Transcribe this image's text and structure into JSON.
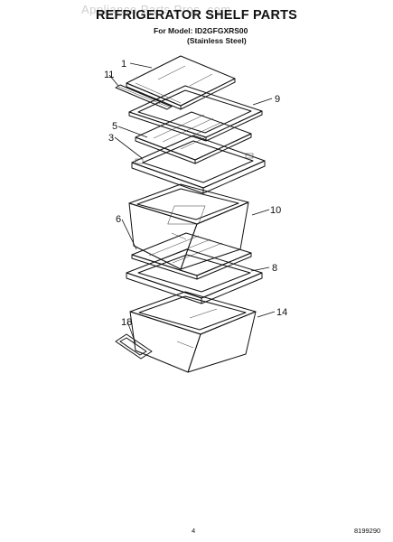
{
  "sheet": {
    "watermark": "Appliance Parts Pros .com",
    "title": "REFRIGERATOR SHELF PARTS",
    "model_line": "For Model: ID2GFGXRS00",
    "variant_line": "(Stainless Steel)",
    "page_number": "4",
    "document_number": "8199290"
  },
  "diagram": {
    "callouts": [
      "1",
      "11",
      "9",
      "5",
      "3",
      "10",
      "6",
      "8",
      "14",
      "18"
    ]
  }
}
